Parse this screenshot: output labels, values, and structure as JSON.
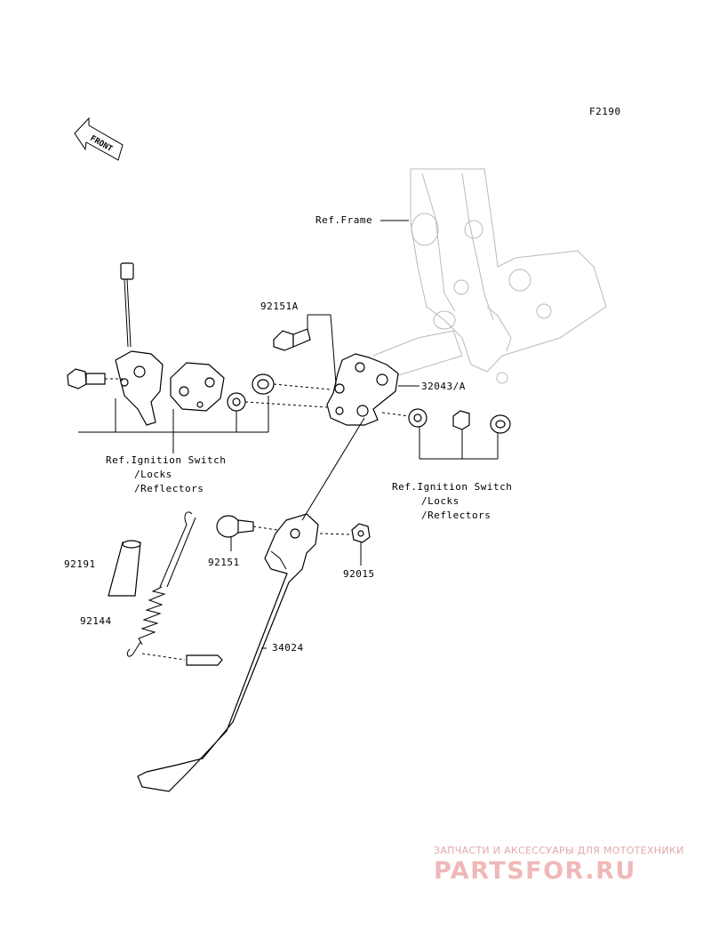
{
  "figure_code": "F2190",
  "front_label": "FRONT",
  "labels": {
    "ref_frame": "Ref.Frame",
    "p92151A": "92151A",
    "p32043A": "32043/A",
    "ref_ign_left": [
      "Ref.Ignition Switch",
      "/Locks",
      "/Reflectors"
    ],
    "ref_ign_right": [
      "Ref.Ignition Switch",
      "/Locks",
      "/Reflectors"
    ],
    "p92191": "92191",
    "p92144": "92144",
    "p92151": "92151",
    "p92015": "92015",
    "p34024": "34024"
  },
  "watermark": {
    "subtitle": "ЗАПЧАСТИ И АКСЕССУАРЫ ДЛЯ МОТОТЕХНИКИ",
    "brand": "PARTSFOR.RU"
  }
}
